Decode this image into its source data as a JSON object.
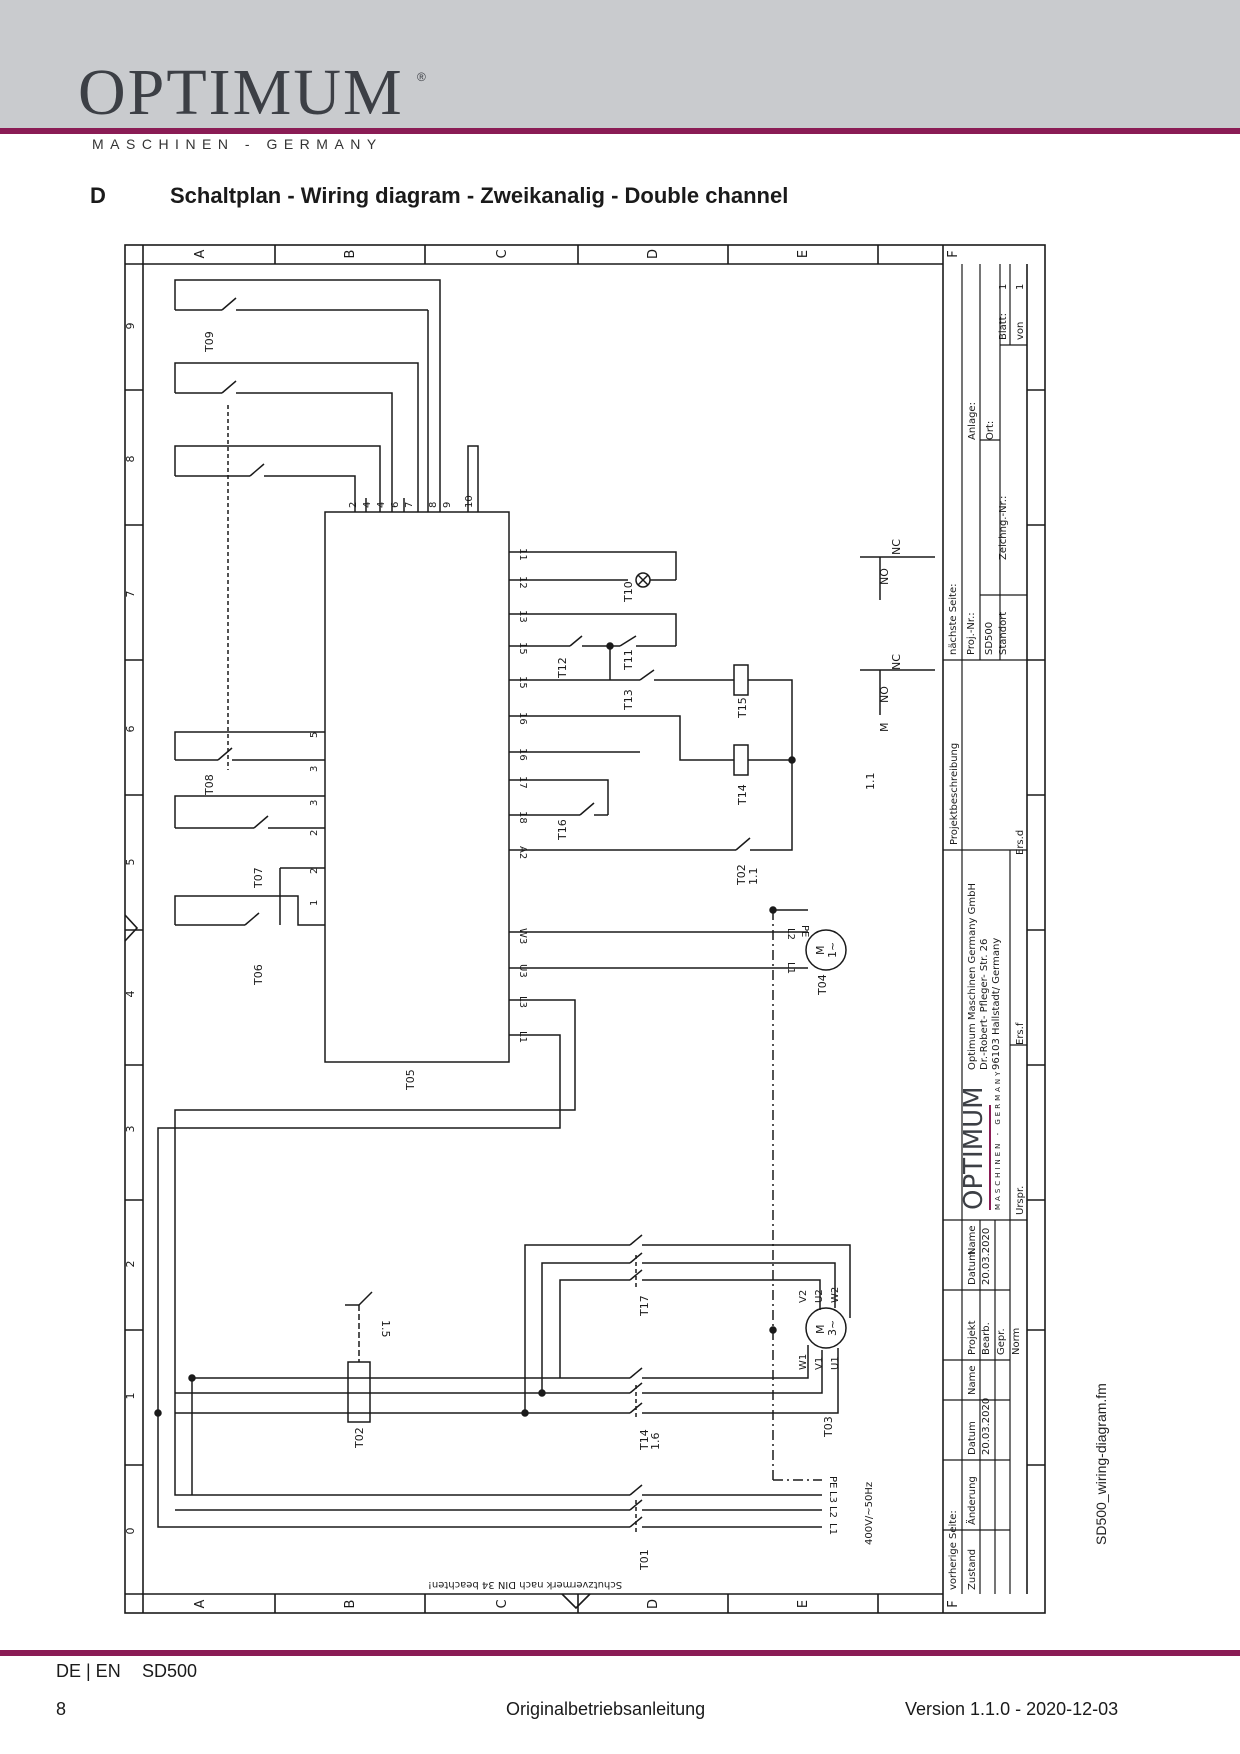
{
  "header": {
    "brand": "OPTIMUM",
    "registered": "®",
    "brand_sub": "MASCHINEN - GERMANY"
  },
  "section": {
    "letter": "D",
    "title": "Schaltplan - Wiring diagram - Zweikanalig - Double channel"
  },
  "diagram": {
    "row_letters": [
      "A",
      "B",
      "C",
      "D",
      "E",
      "F"
    ],
    "col_numbers": [
      "9",
      "8",
      "7",
      "6",
      "5",
      "4",
      "3",
      "2",
      "1",
      "0"
    ],
    "components": {
      "t09": "T09",
      "t08": "T08",
      "t07": "T07",
      "t06": "T06",
      "t05": "T05",
      "t10": "T10",
      "t11": "T11",
      "t12": "T12",
      "t13": "T13",
      "t14": "T14",
      "t15": "T15",
      "t16": "T16",
      "t02": "T02",
      "t04": "T04",
      "t03": "T03",
      "t17": "T17",
      "t01": "T01",
      "t14b": "T14",
      "t02b": "T02"
    },
    "refs": {
      "t02_ref": "1.1",
      "t14_ref": "1.6",
      "q1_ref": "1.5",
      "contact_ref": "1.1"
    },
    "terminals_top": [
      "2",
      "4",
      "4",
      "6",
      "7",
      "8",
      "9",
      "10"
    ],
    "terminals_right": [
      "11",
      "12",
      "13",
      "15",
      "15",
      "16",
      "16",
      "17",
      "18",
      "A2",
      "W3",
      "U3",
      "L3",
      "L1"
    ],
    "terminals_left": [
      "5",
      "3",
      "3",
      "2",
      "2",
      "1"
    ],
    "contacts_header": [
      "NO",
      "NC"
    ],
    "contacts_header2": [
      "M",
      "NO",
      "NC"
    ],
    "motor_single": {
      "pe": "PE",
      "l2": "L2",
      "l1": "L1",
      "sym1": "M",
      "sym2": "1~"
    },
    "motor_three": {
      "v2": "V2",
      "u2": "U2",
      "w2": "W2",
      "w1": "W1",
      "v1": "V1",
      "u1": "U1",
      "sym1": "M",
      "sym2": "3~"
    },
    "supply": [
      "PE",
      "L3",
      "L2",
      "L1"
    ],
    "supply_label": "400V/~50Hz",
    "din_note": "Schutzvermerk nach DIN 34 beachten!",
    "title_block": {
      "next_page": "nächste Seite:",
      "proj_nr": "Proj.-Nr.:",
      "proj_val": "SD500",
      "standort": "Standort",
      "anlage": "Anlage:",
      "ort": "Ort:",
      "zeichng": "Zeichng.-Nr.:",
      "blatt": "Blatt:",
      "blatt_val": "1",
      "von": "von",
      "von_val": "1",
      "projektbeschreibung": "Projektbeschreibung",
      "company1": "Optimum Maschinen Germany GmbH",
      "company2": "Dr.-Robert- Pfleger- Str. 26",
      "company3": "96103 Hallstadt/ Germany",
      "ers_d": "Ers.d",
      "ers_f": "Ers.f",
      "urspr": "Urspr.",
      "logo": "OPTIMUM",
      "logo_sub": "MASCHINEN - GERMANY",
      "projekt": "Projekt",
      "bearb": "Bearb.",
      "gepr": "Gepr.",
      "norm": "Norm",
      "datum": "Datum",
      "date1": "20.03.2020",
      "name": "Name",
      "vorherige": "vorherige Seite:",
      "zustand": "Zustand",
      "aenderung": "Änderung",
      "datum2": "Datum",
      "date2": "20.03.2020",
      "name2": "Name"
    }
  },
  "side_file": "SD500_wiring-diagram.fm",
  "footer": {
    "lang": "DE | EN",
    "model": "SD500",
    "page": "8",
    "center": "Originalbetriebsanleitung",
    "version": "Version 1.1.0 - 2020-12-03"
  }
}
